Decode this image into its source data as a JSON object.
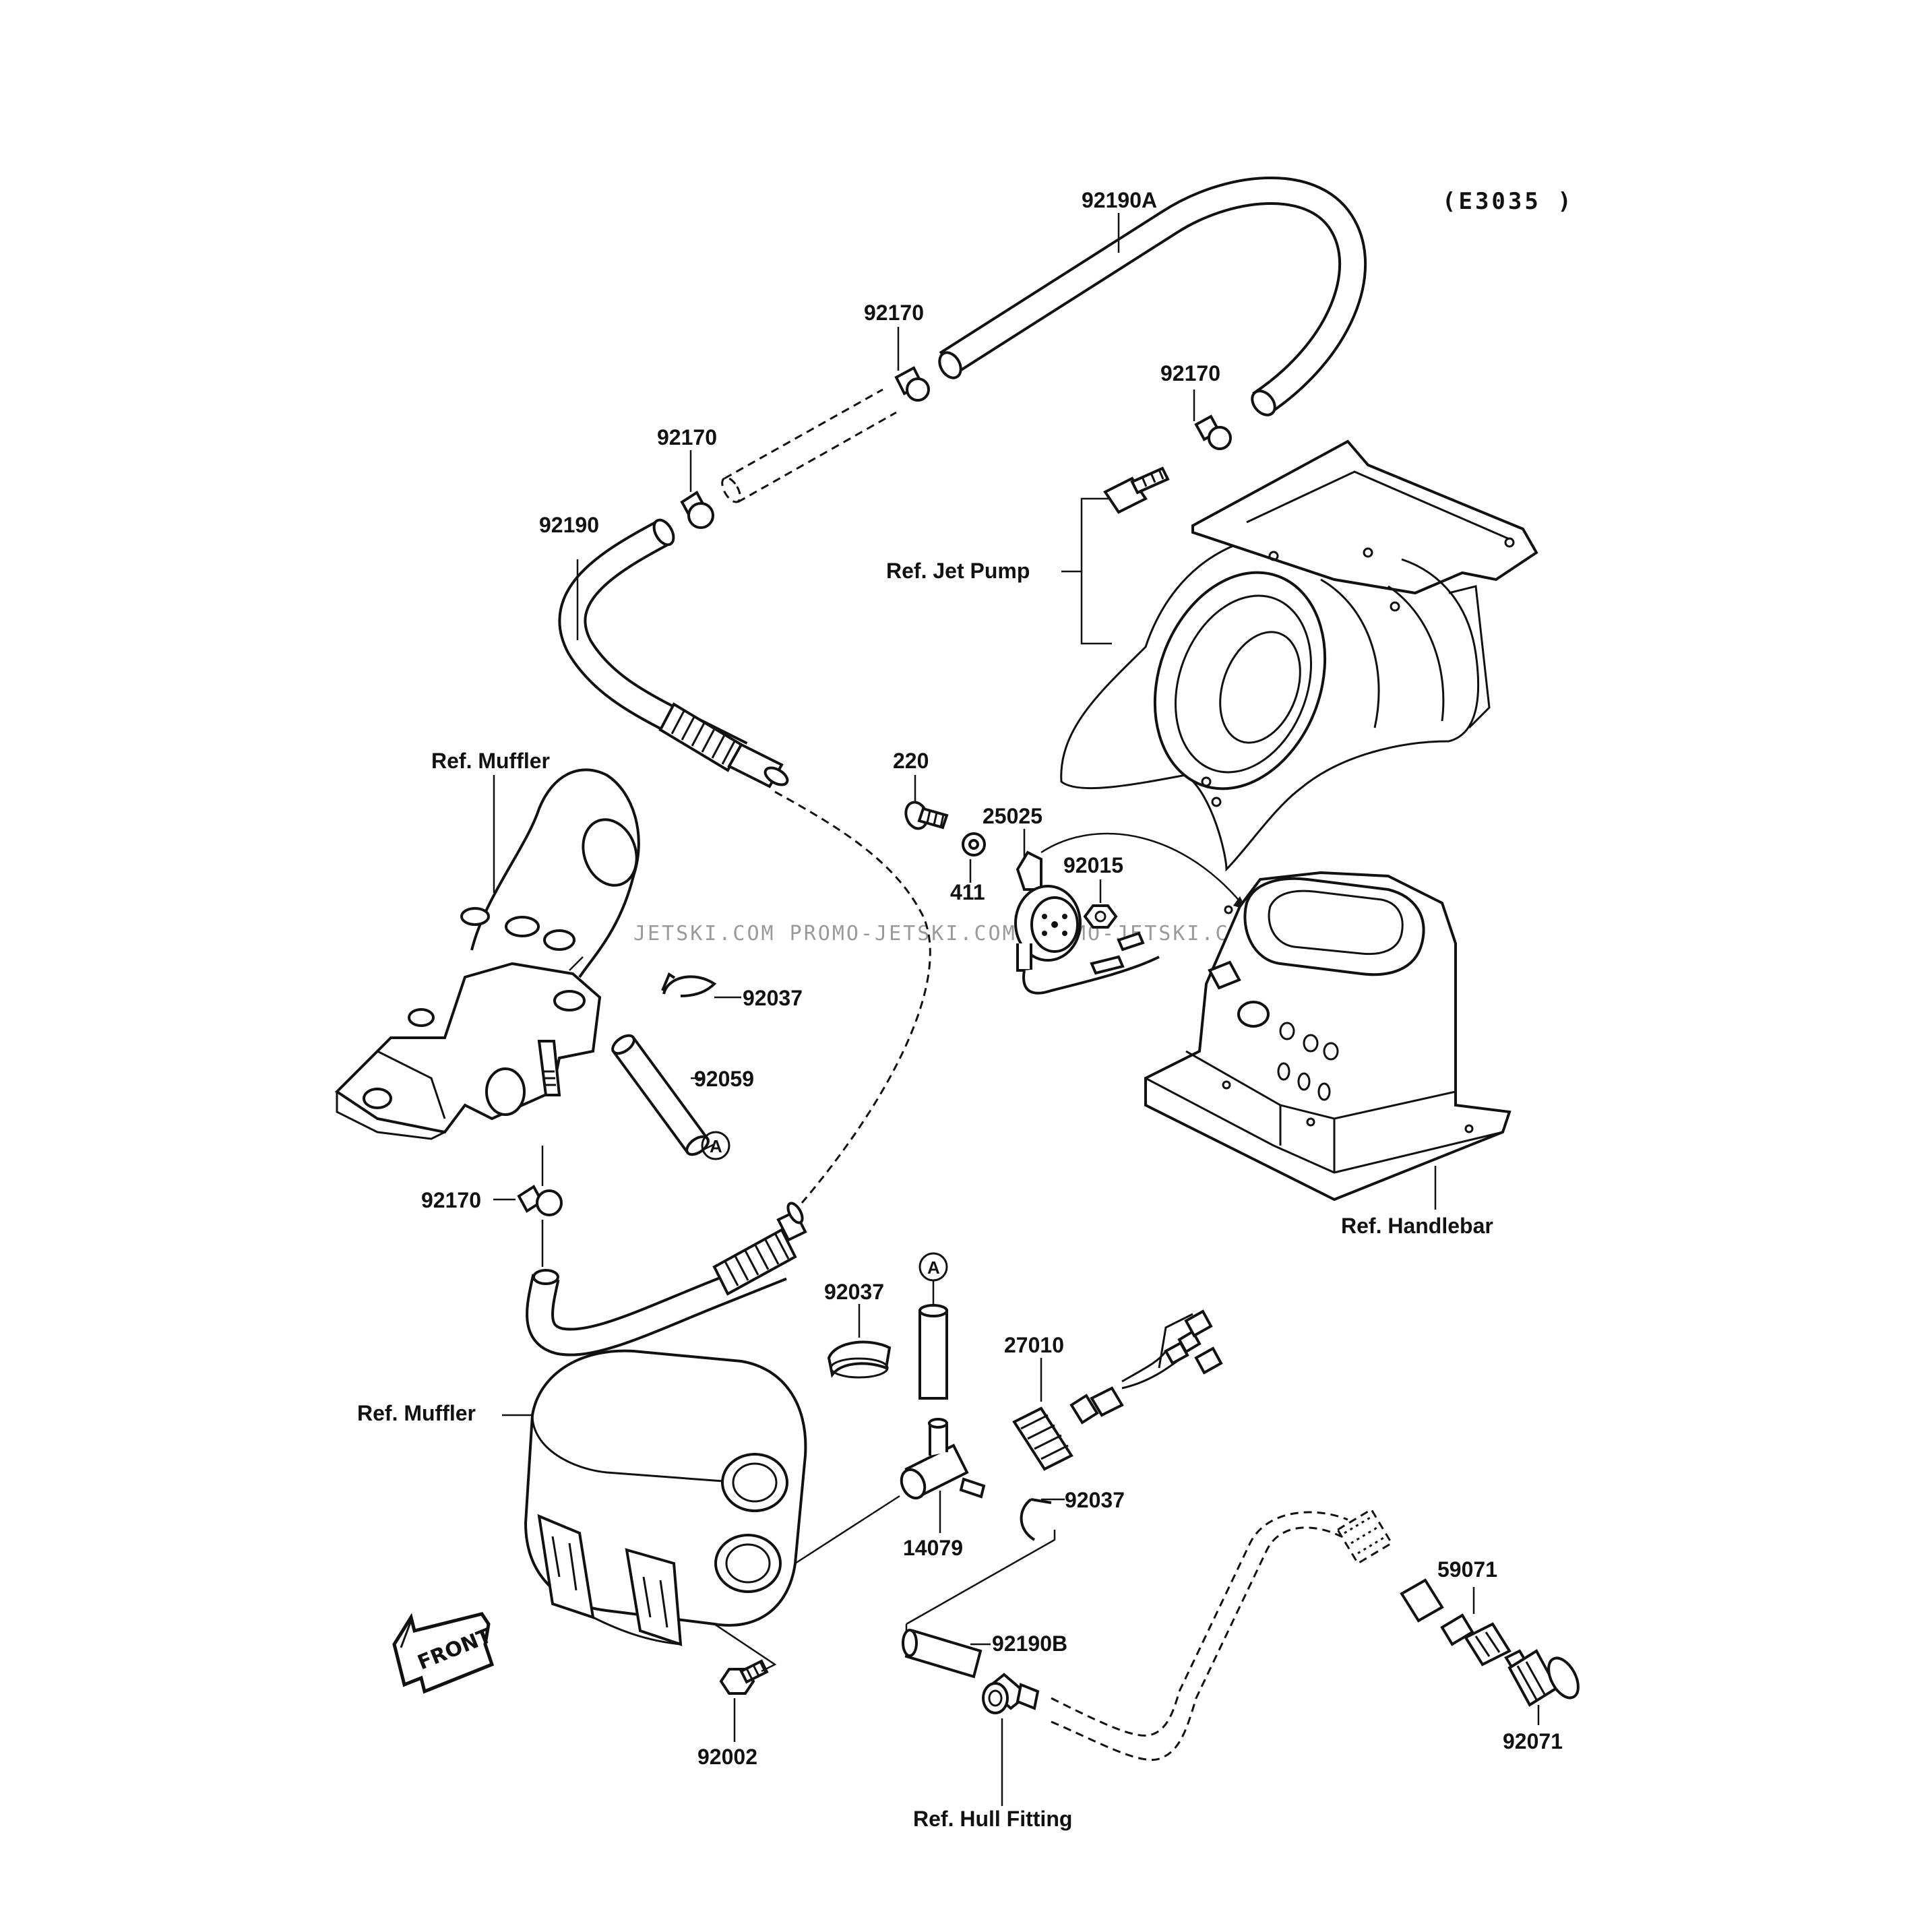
{
  "diagram_code": "(E3035 )",
  "watermark": "JETSKI.COM PROMO-JETSKI.COM PROMO-JETSKI.COM",
  "labels": {
    "hose_top": "92190A",
    "clamp_top": "92170",
    "clamp_right": "92170",
    "clamp_left": "92170",
    "hose_left": "92190",
    "ref_jet_pump": "Ref. Jet Pump",
    "ref_muffler_top": "Ref. Muffler",
    "bolt_220": "220",
    "part_25025": "25025",
    "washer_411": "411",
    "nut_92015": "92015",
    "clip_92037_mid": "92037",
    "tube_92059": "92059",
    "clamp_bottom": "92170",
    "ref_handlebar": "Ref. Handlebar",
    "clip_92037_low": "92037",
    "sensor_27010": "27010",
    "ref_muffler_bottom": "Ref. Muffler",
    "clip_92037_right": "92037",
    "tee_14079": "14079",
    "fitting_59071": "59071",
    "hose_92190B": "92190B",
    "cap_92071": "92071",
    "bolt_92002": "92002",
    "ref_hull_fitting": "Ref. Hull Fitting",
    "marker_a_1": "A",
    "marker_a_2": "A",
    "front_arrow": "FRONT"
  }
}
